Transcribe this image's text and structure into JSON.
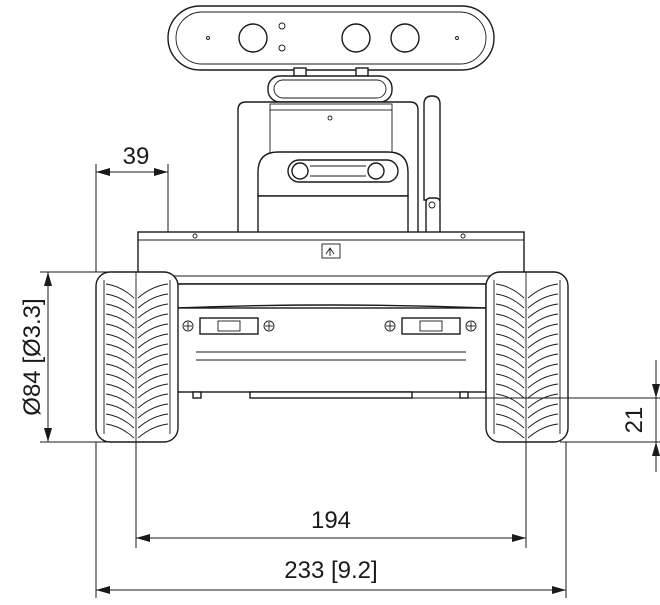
{
  "drawing": {
    "view": "front",
    "units_primary": "mm",
    "units_secondary": "in"
  },
  "dimensions": {
    "top_offset": "39",
    "wheel_diameter": "Ø84 [Ø3.3]",
    "ground_clearance": "21",
    "wheel_track": "194",
    "overall_width": "233 [9.2]"
  },
  "colors": {
    "line": "#1a1a1a",
    "background": "#ffffff"
  }
}
